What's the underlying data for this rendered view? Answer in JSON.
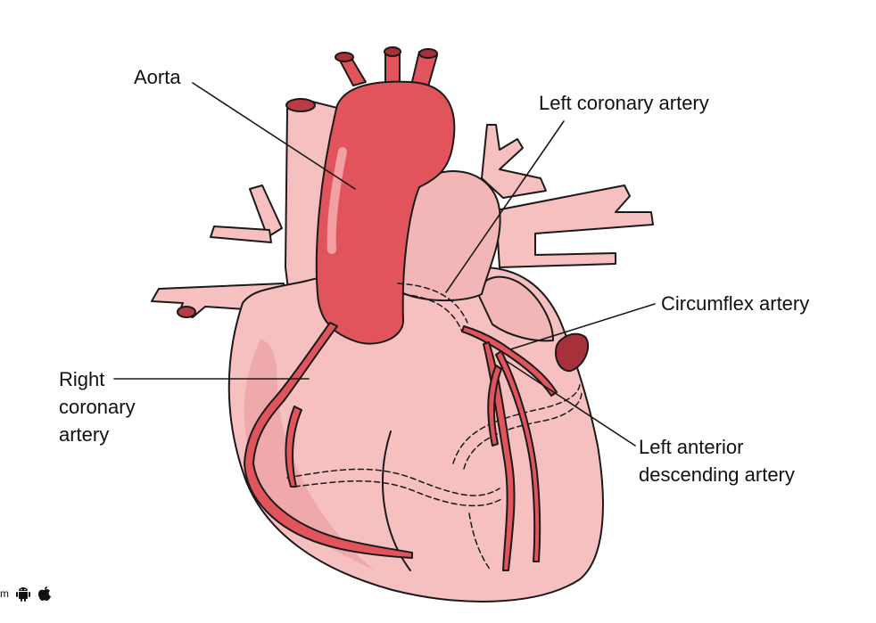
{
  "labels": {
    "aorta": "Aorta",
    "left_coronary_artery": "Left coronary artery",
    "circumflex_artery": "Circumflex artery",
    "right_coronary_artery": [
      "Right",
      "coronary",
      "artery"
    ],
    "left_anterior_descending_artery": [
      "Left anterior",
      "descending artery"
    ]
  },
  "footer": {
    "partial_text": "m",
    "icons": [
      "android-icon",
      "apple-icon"
    ]
  },
  "colors": {
    "heart_fill": "#f7c0c0",
    "heart_shade": "#efa9aa",
    "artery_fill": "#e2545c",
    "artery_dark": "#a8303a",
    "outline": "#1a1a1a"
  }
}
